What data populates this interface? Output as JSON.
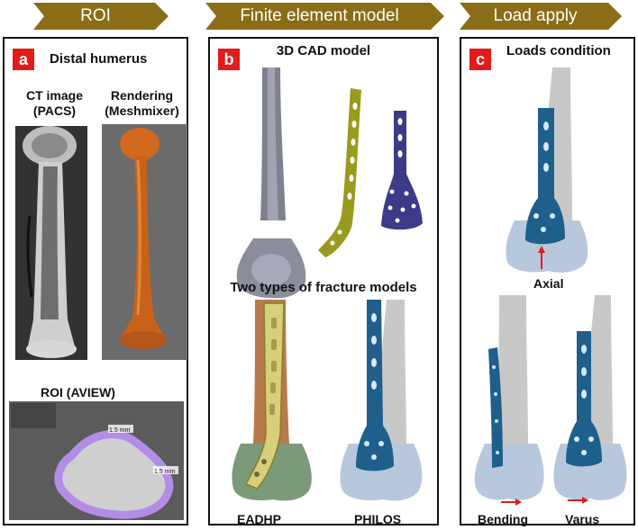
{
  "banners": {
    "roi": "ROI",
    "fem": "Finite element model",
    "load": "Load apply"
  },
  "panel_a": {
    "letter": "a",
    "title": "Distal humerus",
    "ct_line1": "CT image",
    "ct_line2": "(PACS)",
    "render_line1": "Rendering",
    "render_line2": "(Meshmixer)",
    "roi_title": "ROI (AVIEW)",
    "measure_1": "1.5 mm",
    "measure_2": "1.5 mm"
  },
  "panel_b": {
    "letter": "b",
    "title": "3D CAD model",
    "fracture_title": "Two types of fracture models",
    "label_eadhp": "EADHP",
    "label_philos": "PHILOS"
  },
  "panel_c": {
    "letter": "c",
    "title": "Loads condition",
    "label_axial": "Axial",
    "label_bending": "Bending",
    "label_varus": "Varus"
  },
  "colors": {
    "banner": "#8a6d16",
    "marker": "#e21b1b",
    "bone_render": "#d2691e",
    "plate_olive": "#9a9a1e",
    "plate_navy": "#3d3a8a",
    "plate_blue": "#1f5f8b",
    "roi_contour": "#b48ce8"
  }
}
